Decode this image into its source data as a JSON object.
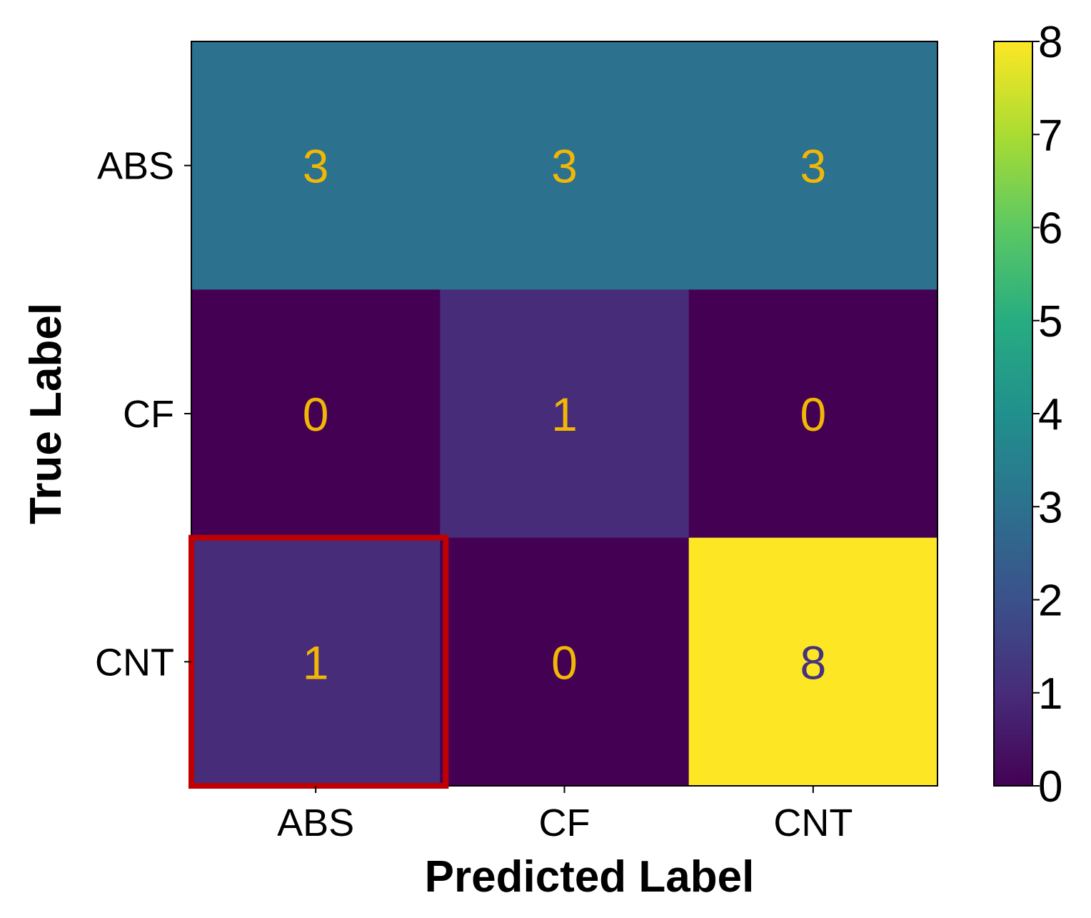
{
  "chart_data": {
    "type": "heatmap",
    "xlabel": "Predicted Label",
    "ylabel": "True Label",
    "x_categories": [
      "ABS",
      "CF",
      "CNT"
    ],
    "y_categories": [
      "ABS",
      "CF",
      "CNT"
    ],
    "values": [
      [
        3,
        3,
        3
      ],
      [
        0,
        1,
        0
      ],
      [
        1,
        0,
        8
      ]
    ],
    "cell_labels": [
      [
        "3",
        "3",
        "3"
      ],
      [
        "0",
        "1",
        "0"
      ],
      [
        "1",
        "0",
        "8"
      ]
    ],
    "colorbar": {
      "range": [
        0,
        8
      ],
      "ticks": [
        "0",
        "1",
        "2",
        "3",
        "4",
        "5",
        "6",
        "7",
        "8"
      ],
      "colormap": "viridis"
    },
    "highlight": {
      "row": 2,
      "col": 0,
      "color": "#c00000"
    },
    "colors": {
      "annotation_on_dark": "#f2b705",
      "annotation_on_light": "#46327e"
    }
  }
}
